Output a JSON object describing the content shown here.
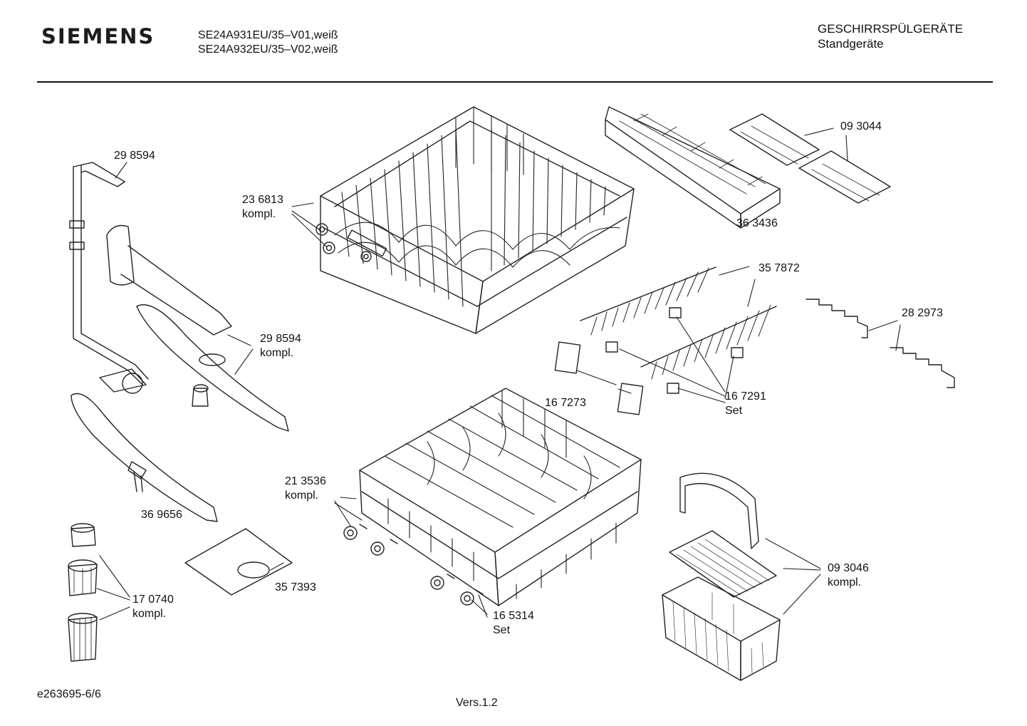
{
  "header": {
    "brand": "SIEMENS",
    "model_line_1": "SE24A931EU/35–V01,weiß",
    "model_line_2": "SE24A932EU/35–V02,weiß",
    "category_line_1": "GESCHIRRSPÜLGERÄTE",
    "category_line_2": "Standgeräte"
  },
  "parts": {
    "p298594_top": "29 8594",
    "p236813": "23 6813",
    "p236813_note": "kompl.",
    "p093044": "09 3044",
    "p363436": "36 3436",
    "p357872": "35 7872",
    "p282973": "28 2973",
    "p298594_kompl": "29 8594",
    "p298594_kompl_note": "kompl.",
    "p167273": "16 7273",
    "p167291": "16 7291",
    "p167291_note": "Set",
    "p213536": "21 3536",
    "p213536_note": "kompl.",
    "p369656": "36 9656",
    "p357393": "35 7393",
    "p170740": "17 0740",
    "p170740_note": "kompl.",
    "p165314": "16 5314",
    "p165314_note": "Set",
    "p093046": "09 3046",
    "p093046_note": "kompl."
  },
  "footer": {
    "drawing_id": "e263695-6/6",
    "version": "Vers.1.2"
  }
}
